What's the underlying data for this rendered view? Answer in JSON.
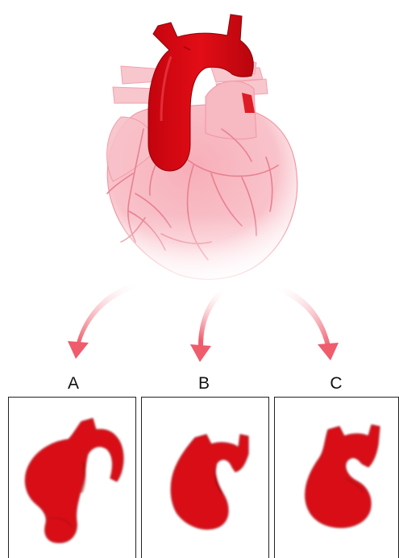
{
  "labels": {
    "a": "A",
    "b": "B",
    "c": "C"
  },
  "colors": {
    "aorta": "#d90b14",
    "aorta_dark": "#a8060d",
    "heart_pink": "#f6b8c0",
    "heart_light": "#fde2e6",
    "vessel": "#ea8593",
    "arrow": "#ef5c6c",
    "border": "#222222"
  },
  "icons": {
    "heart": "heart-illustration",
    "aneurysm_a": "aortic-aneurysm-root-icon",
    "aneurysm_b": "aortic-aneurysm-ascending-icon",
    "aneurysm_c": "aortic-aneurysm-arch-icon",
    "arrow": "curved-arrow-icon"
  }
}
